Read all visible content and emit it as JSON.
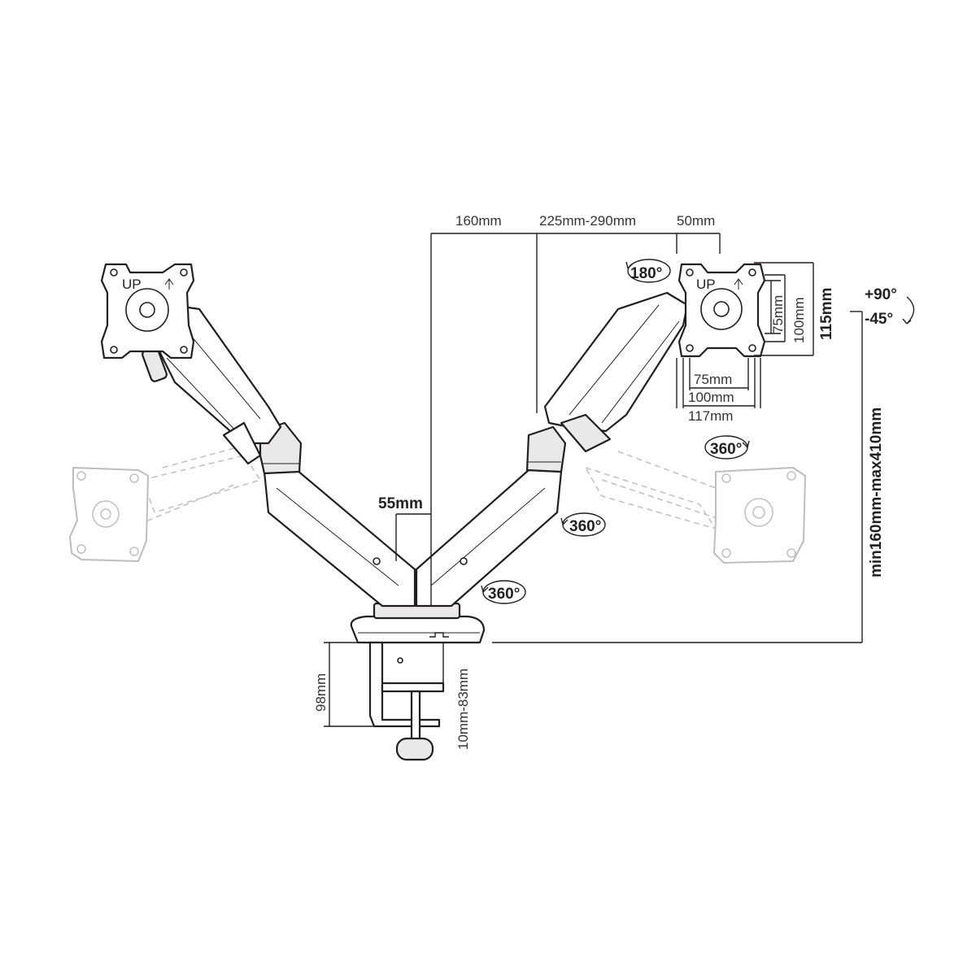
{
  "dimensions": {
    "top_160": "160mm",
    "top_225_290": "225mm-290mm",
    "top_50": "50mm",
    "vesa_v_75": "75mm",
    "vesa_v_100": "100mm",
    "vesa_v_115": "115mm",
    "vesa_h_75": "75mm",
    "vesa_h_100": "100mm",
    "vesa_h_117": "117mm",
    "pole_55": "55mm",
    "height_range": "min160mm-max410mm",
    "clamp_98": "98mm",
    "clamp_range": "10mm-83mm"
  },
  "rotations": {
    "rot_180": "180°",
    "tilt_up": "+90°",
    "tilt_down": "-45°",
    "rot_360_head": "360°",
    "rot_360_elbow": "360°",
    "rot_360_base": "360°"
  },
  "plate_label": "UP",
  "colors": {
    "line": "#231f20",
    "ghost": "#bdbdbd",
    "background": "#ffffff"
  }
}
